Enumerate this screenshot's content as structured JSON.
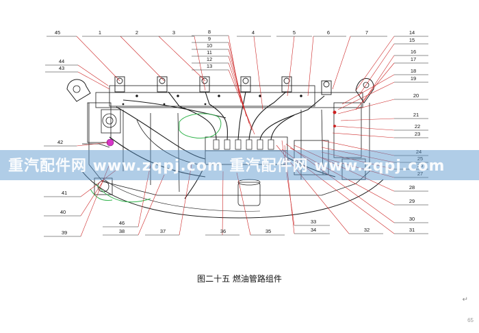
{
  "caption": "图二十五 燃油管路组件",
  "page_number": "65",
  "return_mark": "↵",
  "watermark": "重汽配件网 www.zqpj.com 重汽配件网 www.zqpj.com",
  "callouts": [
    "45",
    "1",
    "2",
    "3",
    "8",
    "9",
    "10",
    "11",
    "12",
    "13",
    "4",
    "5",
    "6",
    "7",
    "14",
    "15",
    "16",
    "17",
    "18",
    "19",
    "20",
    "21",
    "22",
    "23",
    "24",
    "25",
    "26",
    "27",
    "28",
    "29",
    "30",
    "31",
    "32",
    "33",
    "34",
    "35",
    "36",
    "37",
    "38",
    "46",
    "39",
    "40",
    "41",
    "42",
    "43",
    "44"
  ],
  "colors": {
    "line": "#1a1a1a",
    "leader": "#cc2222",
    "highlight_green": "#2fb34a",
    "highlight_magenta": "#d636c8",
    "watermark_band": "#5a96cd"
  }
}
